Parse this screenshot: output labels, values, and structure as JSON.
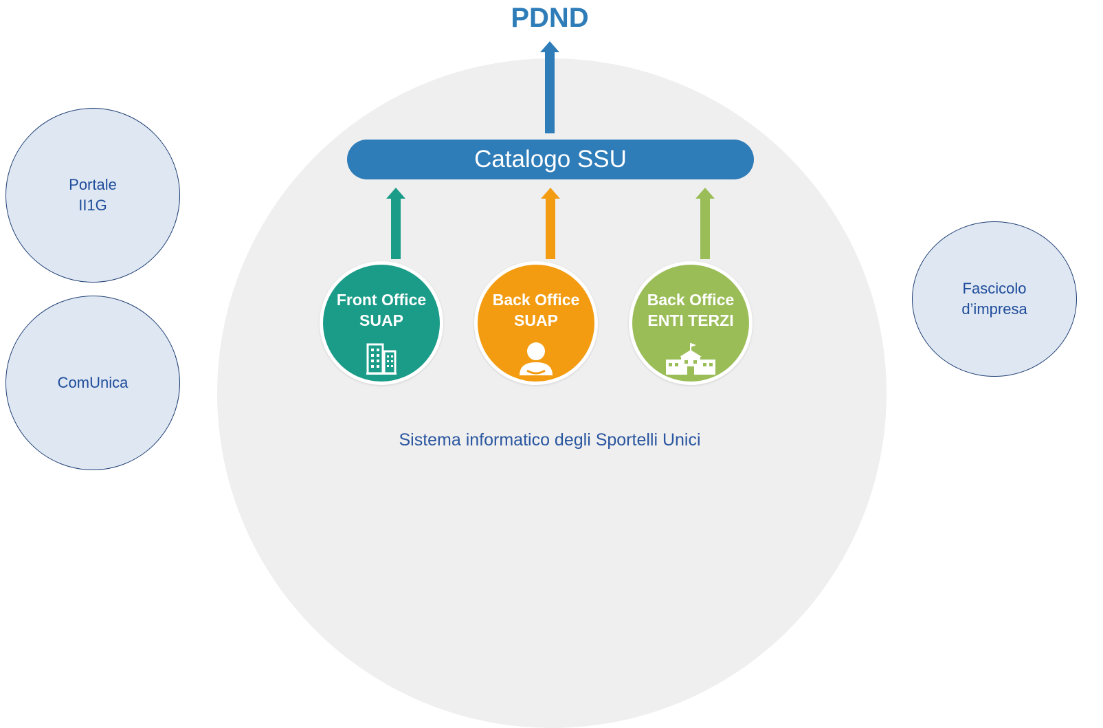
{
  "top": {
    "title": "PDND"
  },
  "catalog": {
    "label": "Catalogo SSU"
  },
  "nodes": [
    {
      "line1": "Front Office",
      "line2": "SUAP",
      "icon": "building-icon",
      "color": "#1a9c88"
    },
    {
      "line1": "Back Office",
      "line2": "SUAP",
      "icon": "user-icon",
      "color": "#f39c12"
    },
    {
      "line1": "Back Office",
      "line2": "ENTI TERZI",
      "icon": "school-icon",
      "color": "#9bbd58"
    }
  ],
  "system": {
    "label": "Sistema informatico degli Sportelli Unici"
  },
  "external": [
    {
      "line1": "Portale",
      "line2": "II1G"
    },
    {
      "line1": "ComUnica",
      "line2": ""
    },
    {
      "line1": "Fascicolo",
      "line2": "d’impresa"
    }
  ],
  "colors": {
    "primary": "#2e7cb8",
    "front_office": "#1a9c88",
    "back_office_suap": "#f39c12",
    "back_office_enti": "#9bbd58",
    "external_fill": "#dfe7f3",
    "external_text": "#1e4c9a",
    "dome": "#efefef"
  }
}
